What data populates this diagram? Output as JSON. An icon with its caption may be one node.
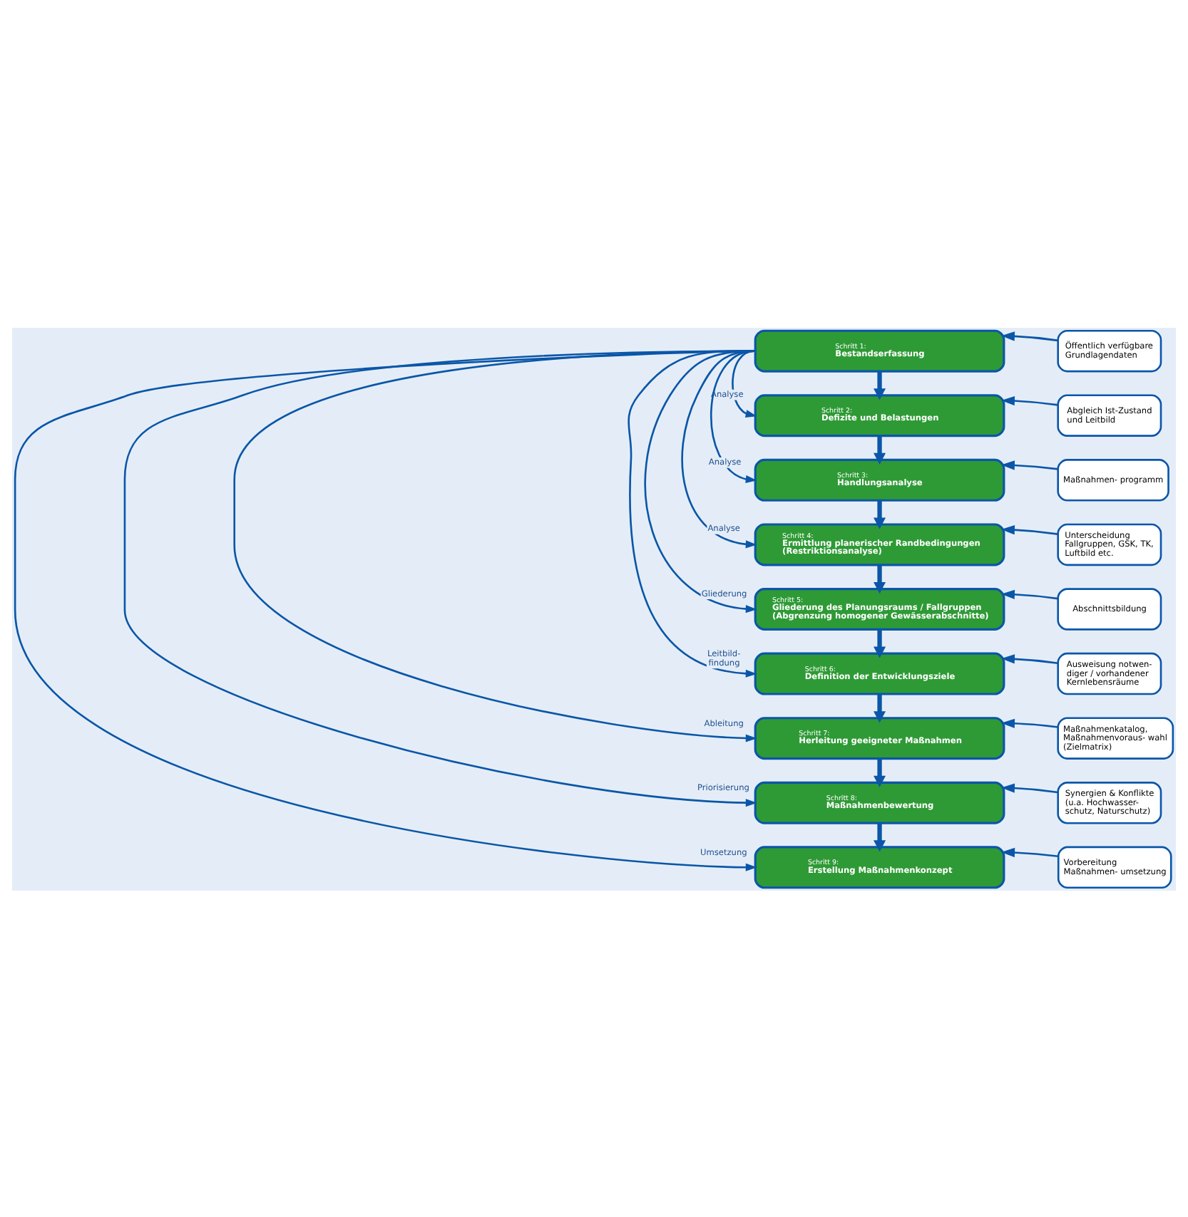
{
  "diagram": {
    "nodes": [
      {
        "text": [
          "Schritt 1:",
          "Bestandserfassung"
        ]
      },
      {
        "text": [
          "Öffentlich verfügbare Grundlagendaten"
        ]
      },
      {
        "text": [
          "Schritt 2:",
          "Defizite und Belastungen"
        ]
      },
      {
        "text": [
          "Abgleich Ist-Zustand und Leitbild"
        ]
      },
      {
        "text": [
          "Schritt 3:",
          "Handlungsanalyse"
        ]
      },
      {
        "text": [
          "Maßnahmen- programm"
        ]
      },
      {
        "text": [
          "Schritt 4:",
          "Ermittlung planerischer Randbedingungen (Restriktionsanalyse)"
        ]
      },
      {
        "text": [
          "Unterscheidung Fallgruppen, GSK, TK, Luftbild etc."
        ]
      },
      {
        "text": [
          "Schritt 5:",
          "Gliederung des Planungsraums / Fallgruppen (Abgrenzung homogener Gewässerabschnitte)"
        ]
      },
      {
        "text": [
          "Abschnittsbildung"
        ]
      },
      {
        "text": [
          "Schritt 6:",
          "Definition der Entwicklungsziele"
        ]
      },
      {
        "text": [
          "Ausweisung notwen- diger / vorhandener Kernlebensräume"
        ]
      },
      {
        "text": [
          "Schritt 7:",
          "Herleitung geeigneter Maßnahmen"
        ]
      },
      {
        "text": [
          "Maßnahmenkatalog, Maßnahmenvoraus- wahl (Zielmatrix)"
        ]
      },
      {
        "text": [
          "Schritt 8:",
          "Maßnahmenbewertung"
        ]
      },
      {
        "text": [
          "Synergien & Konflikte (u.a. Hochwasser- schutz, Naturschutz)"
        ]
      },
      {
        "text": [
          "Schritt 9:",
          "Erstellung Maßnahmenkonzept"
        ]
      },
      {
        "text": [
          "Vorbereitung Maßnahmen- umsetzung"
        ]
      }
    ],
    "edges": [
      {
        "from": 1,
        "to": 0,
        "arrow": "to"
      },
      {
        "from": 3,
        "to": 2,
        "arrow": "to"
      },
      {
        "from": 5,
        "to": 4,
        "arrow": "to"
      },
      {
        "from": 7,
        "to": 6,
        "arrow": "to"
      },
      {
        "from": 9,
        "to": 8,
        "arrow": "to"
      },
      {
        "from": 11,
        "to": 10,
        "arrow": "to"
      },
      {
        "from": 13,
        "to": 12,
        "arrow": "to"
      },
      {
        "from": 15,
        "to": 14,
        "arrow": "to"
      },
      {
        "from": 17,
        "to": 16,
        "arrow": "to"
      },
      {
        "from": 0,
        "to": 2,
        "arrow": "to",
        "style": "thick"
      },
      {
        "from": 2,
        "to": 4,
        "arrow": "to",
        "style": "thick"
      },
      {
        "from": 4,
        "to": 6,
        "arrow": "to",
        "style": "thick"
      },
      {
        "from": 6,
        "to": 8,
        "arrow": "to",
        "style": "thick"
      },
      {
        "from": 8,
        "to": 10,
        "arrow": "to",
        "style": "thick"
      },
      {
        "from": 10,
        "to": 12,
        "arrow": "to",
        "style": "thick"
      },
      {
        "from": 12,
        "to": 14,
        "arrow": "to",
        "style": "thick"
      },
      {
        "from": 14,
        "to": 16,
        "arrow": "to",
        "style": "thick"
      },
      {
        "from": 0,
        "to": 2,
        "arrow": "to",
        "label": "Analyse"
      },
      {
        "from": 0,
        "to": 4,
        "arrow": "to",
        "label": "Analyse"
      },
      {
        "from": 0,
        "to": 6,
        "arrow": "to",
        "label": "Analyse"
      },
      {
        "from": 0,
        "to": 8,
        "arrow": "to",
        "label": "Gliederung"
      },
      {
        "from": 0,
        "to": 10,
        "arrow": "to",
        "label": "Leitbild- findung"
      },
      {
        "from": 0,
        "to": 12,
        "arrow": "to",
        "label": "Ableitung"
      },
      {
        "from": 0,
        "to": 14,
        "arrow": "to",
        "label": "Priorisierung"
      },
      {
        "from": 0,
        "to": 16,
        "arrow": "to",
        "label": "Umsetzung"
      }
    ]
  }
}
